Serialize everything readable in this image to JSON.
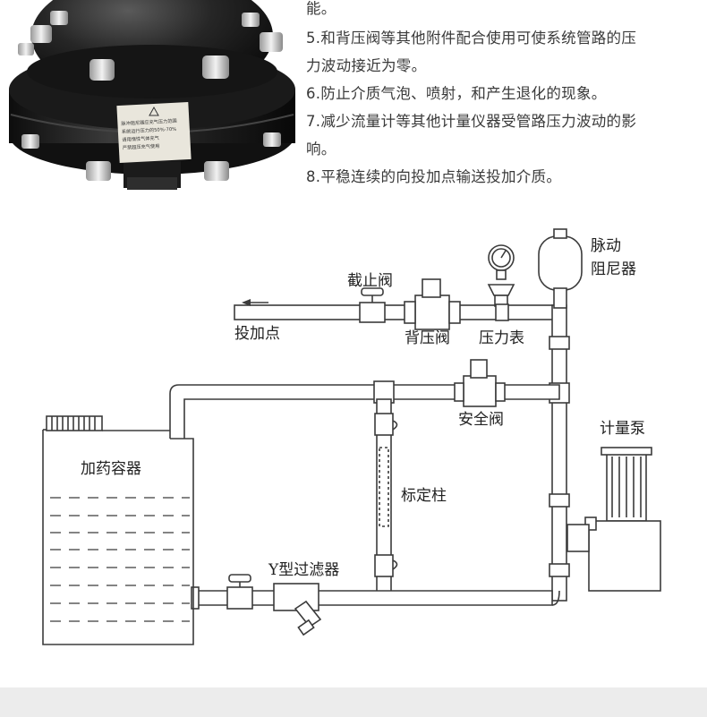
{
  "product_label": {
    "lines": [
      "脉冲阻尼器应充气压力范围",
      "系统运行压力的50%-70%",
      "请用惰性气体充气",
      "严禁超压充气使用"
    ]
  },
  "bullets": [
    {
      "id": "b0",
      "text": "能。"
    },
    {
      "id": "b5a",
      "text": "5.和背压阀等其他附件配合使用可使系统管路的压"
    },
    {
      "id": "b5b",
      "text": "力波动接近为零。"
    },
    {
      "id": "b6",
      "text": "6.防止介质气泡、喷射，和产生退化的现象。"
    },
    {
      "id": "b7a",
      "text": "7.减少流量计等其他计量仪器受管路压力波动的影"
    },
    {
      "id": "b7b",
      "text": "响。"
    },
    {
      "id": "b8",
      "text": "8.平稳连续的向投加点输送投加介质。"
    }
  ],
  "diagram": {
    "labels": {
      "shutoff_valve": "截止阀",
      "dosing_point": "投加点",
      "back_pressure_valve": "背压阀",
      "pressure_gauge": "压力表",
      "damper_line1": "脉动",
      "damper_line2": "阻尼器",
      "safety_valve": "安全阀",
      "metering_pump": "计量泵",
      "dosing_tank": "加药容器",
      "calibration_column": "标定柱",
      "y_strainer": "Y型过滤器"
    }
  },
  "colors": {
    "line": "#3b3b3b",
    "text": "#333333",
    "footer": "#ececec"
  }
}
